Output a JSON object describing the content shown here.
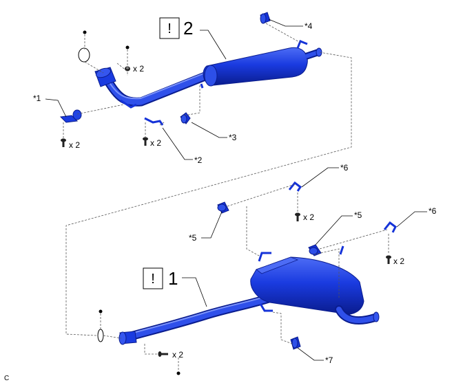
{
  "callouts": {
    "c1": "*1",
    "c2": "*2",
    "c3": "*3",
    "c4": "*4",
    "c5a": "*5",
    "c5b": "*5",
    "c6a": "*6",
    "c6b": "*6",
    "c7": "*7"
  },
  "quantities": {
    "q_nut_top": "x 2",
    "q_bolt_1": "x 2",
    "q_bolt_2": "x 2",
    "q_bolt_6a": "x 2",
    "q_bolt_6b": "x 2",
    "q_bolt_front": "x 2"
  },
  "parts": {
    "part2_number": "2",
    "part1_number": "1",
    "caution_symbol": "!"
  },
  "footer": {
    "code": "C"
  },
  "colors": {
    "part_blue": "#1533d8",
    "part_dark": "#0a1c8e",
    "part_light": "#4d6cf5"
  }
}
